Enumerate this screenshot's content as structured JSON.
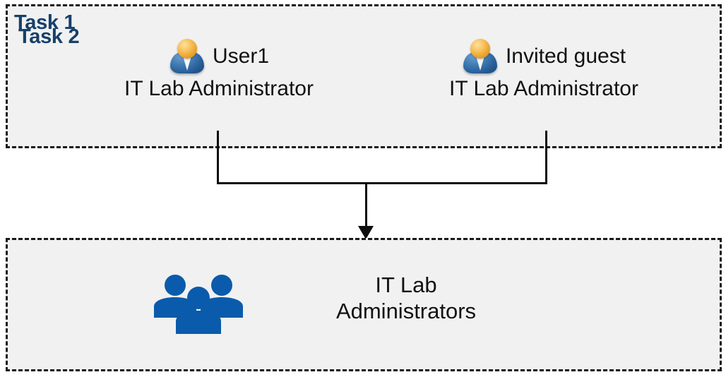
{
  "diagram": {
    "background_color": "#ffffff",
    "box_fill_color": "#f1f1f1",
    "box_border_color": "#1a1a1a",
    "label_color": "#17406a",
    "text_color": "#121212",
    "group_icon_color": "#0a5bab",
    "connector_color": "#0d0d0d"
  },
  "task1": {
    "label": "Task 1",
    "people": [
      {
        "icon": "user-icon",
        "name": "User1",
        "role": "IT Lab Administrator"
      },
      {
        "icon": "user-icon",
        "name": "Invited guest",
        "role": "IT Lab Administrator"
      }
    ]
  },
  "connector": {
    "icon": "arrow-down-icon",
    "direction": "down"
  },
  "task2": {
    "label": "Task 2",
    "group": {
      "icon": "people-group-icon",
      "name_line1": "IT Lab",
      "name_line2": "Administrators"
    }
  }
}
